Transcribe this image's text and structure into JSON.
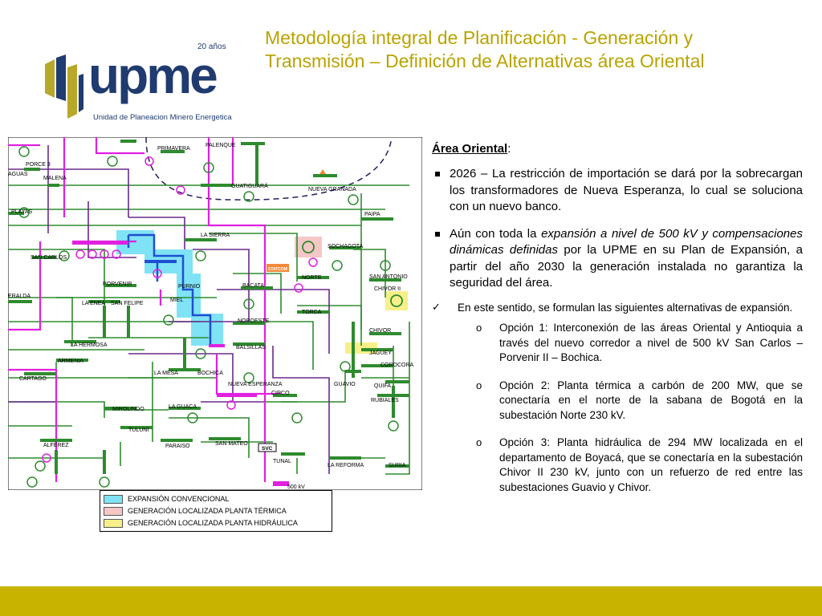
{
  "header": {
    "title_line1": "Metodología integral de Planificación - Generación y",
    "title_line2": "Transmisión – Definición de Alternativas área Oriental"
  },
  "logo": {
    "wordmark": "upme",
    "anniversary": "20 años",
    "subtitle": "Unidad de Planeacion Minero Energetica"
  },
  "diagram": {
    "substations": [
      "PORCE 3",
      "AGUAS",
      "MALENA",
      "PRIMAVERA",
      "PALENQUE",
      "GUATIGUARÁ",
      "NUEVA GRANADA",
      "PLAYAS",
      "PAIPA",
      "LA SIERRA",
      "SOCHAGOTA",
      "SAN CARLOS",
      "NORTE",
      "SAN ANTONIO",
      "PORVENIR",
      "PURNIO",
      "BACATA",
      "CHIVOR II",
      "ERALDA",
      "LA ENEA",
      "SAN FELIPE",
      "MIEL",
      "TORCA",
      "NOROESTE",
      "CHIVOR",
      "LA HERMOSA",
      "BALSILLAS",
      "JAGUEY",
      "ARMENIA",
      "COROCORA",
      "LA MESA",
      "BOCHICA",
      "GUAVIO",
      "QUIFA",
      "CARTAGO",
      "NUEVA ESPERANZA",
      "CIRCO",
      "RUBIALES",
      "MIROLINDO",
      "LA GUACA",
      "TULUNI",
      "ALFÉREZ",
      "PARAISO",
      "SAN MATEO",
      "SVC",
      "TUNAL",
      "LA REFORMA",
      "SURIA",
      "500 kV",
      "STATCOM"
    ]
  },
  "legend": [
    {
      "label": "EXPANSIÓN CONVENCIONAL",
      "color": "#7fe3f5"
    },
    {
      "label": "GENERACIÓN LOCALIZADA PLANTA TÉRMICA",
      "color": "#f5c7c7"
    },
    {
      "label": "GENERACIÓN LOCALIZADA PLANTA HIDRÁULICA",
      "color": "#f7f08a"
    }
  ],
  "content": {
    "area_title": "Área Oriental",
    "area_colon": ":",
    "bullet1": "2026 – La restricción de importación se dará por la sobrecargan los transformadores de Nueva Esperanza, lo cual se soluciona con un nuevo banco.",
    "bullet2_pre": "Aún con toda la ",
    "bullet2_em": "expansión a nivel de 500 kV y compensaciones dinámicas definidas",
    "bullet2_post": " por la UPME en su Plan de Expansión, a partir del año 2030 la generación instalada no garantiza la seguridad del área.",
    "check_text": "En este sentido, se formulan las siguientes alternativas de expansión.",
    "options": [
      "Opción 1: Interconexión de las áreas Oriental y Antioquia a través del nuevo corredor a nivel de 500 kV San Carlos – Porvenir II – Bochica.",
      "Opción 2: Planta térmica a carbón de 200 MW, que se conectaría en el norte de la sabana de Bogotá en la subestación Norte 230 kV.",
      "Opción 3: Planta hidráulica de 294 MW localizada en el departamento de Boyacá, que se conectaría en la subestación Chivor II 230 kV, junto con un refuerzo de red entre las subestaciones Guavio y Chivor."
    ]
  },
  "colors": {
    "title": "#b9a300",
    "brand_navy": "#1f3b70",
    "bottom_bar": "#c8b400",
    "line_green": "#2e8b2e",
    "line_magenta": "#e020e0",
    "line_purple": "#6a2a8a",
    "line_blue": "#1f4fd1"
  }
}
